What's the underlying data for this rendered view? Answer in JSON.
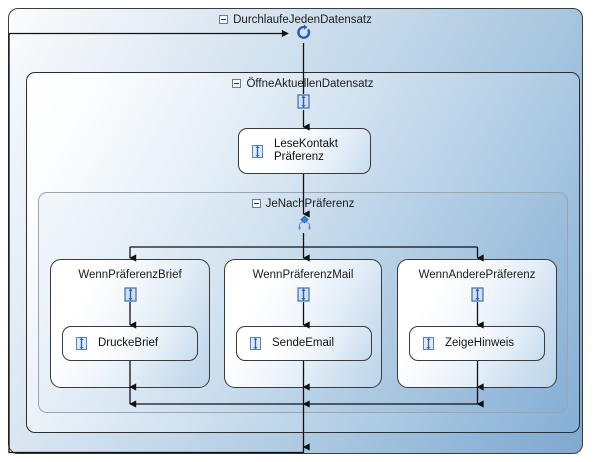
{
  "diagram": {
    "title": "DurchlaufeJedenDatensatz",
    "type": "workflow-activity-diagram",
    "language": "de"
  },
  "root_scope": {
    "name": "root-scope",
    "label": "DurchlaufeJedenDatensatz",
    "icon": "loop-icon",
    "expander": "collapse-box"
  },
  "sequence_scope": {
    "name": "sequence-scope",
    "label": "ÖffneAktuellenDatensatz",
    "icon": "sequence-icon",
    "expander": "collapse-box"
  },
  "read_activity": {
    "name": "read-contact-preference-activity",
    "label": "LeseKontakt\nPräferenz",
    "icon": "sequence-icon"
  },
  "switch_scope": {
    "name": "switch-scope",
    "label": "JeNachPräferenz",
    "icon": "switch-icon",
    "expander": "collapse-box"
  },
  "branches": [
    {
      "name": "branch-letter",
      "label": "WennPräferenzBrief",
      "icon": "sequence-icon",
      "activity": {
        "name": "print-letter-activity",
        "label": "DruckeBrief",
        "icon": "sequence-icon"
      }
    },
    {
      "name": "branch-mail",
      "label": "WennPräferenzMail",
      "icon": "sequence-icon",
      "activity": {
        "name": "send-email-activity",
        "label": "SendeEmail",
        "icon": "sequence-icon"
      }
    },
    {
      "name": "branch-other",
      "label": "WennAnderePräferenz",
      "icon": "sequence-icon",
      "activity": {
        "name": "show-notice-activity",
        "label": "ZeigeHinweis",
        "icon": "sequence-icon"
      }
    }
  ],
  "colors": {
    "accent_blue": "#2a5db0",
    "icon_blue": "#2c62b5",
    "connector": "#111111",
    "scope_border": "#3a3a3a",
    "canvas_background": "#ffffff",
    "gradient_start": "#ffffff",
    "gradient_end": "#7fa9cf"
  },
  "connectors": {
    "name": "flow-connectors",
    "description": "loop entry, vertical flow, 3-way branch split, merge, loop-back"
  }
}
